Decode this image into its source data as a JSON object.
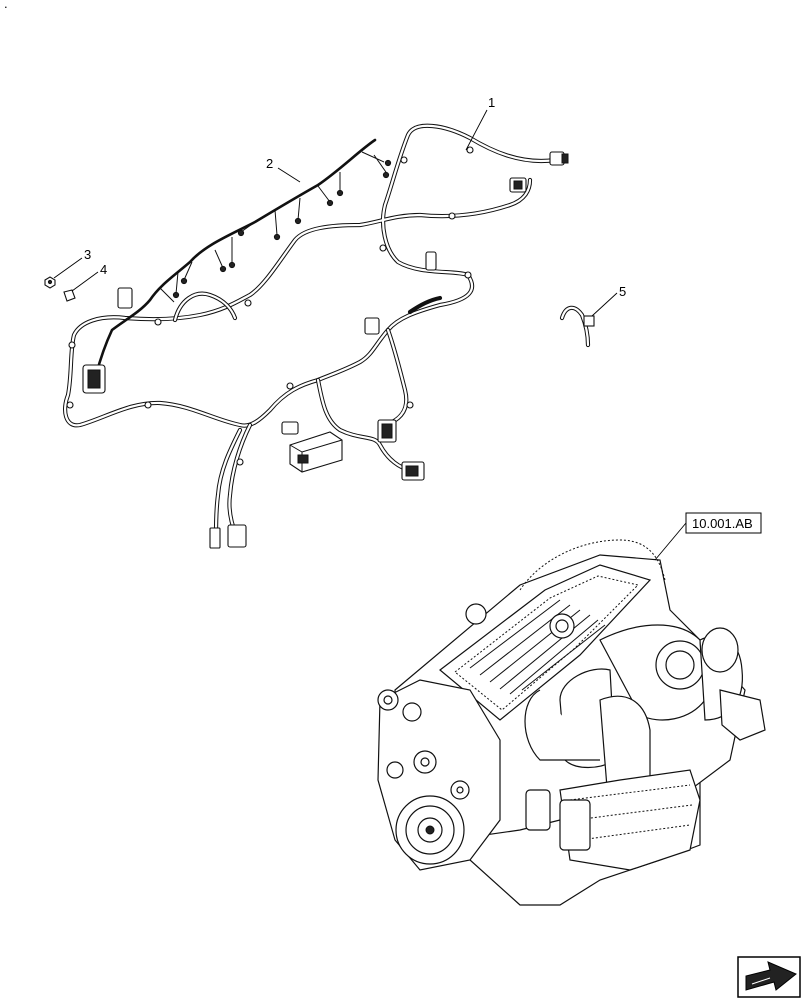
{
  "callouts": [
    {
      "id": "1",
      "label": "1"
    },
    {
      "id": "2",
      "label": "2"
    },
    {
      "id": "3",
      "label": "3"
    },
    {
      "id": "4",
      "label": "4"
    },
    {
      "id": "5",
      "label": "5"
    }
  ],
  "reference_box": {
    "label": "10.001.AB"
  },
  "corner_mark": ".",
  "icons": {
    "navigation": "arrow-icon",
    "engine": "engine-illustration",
    "harness": "wiring-harness-illustration"
  }
}
